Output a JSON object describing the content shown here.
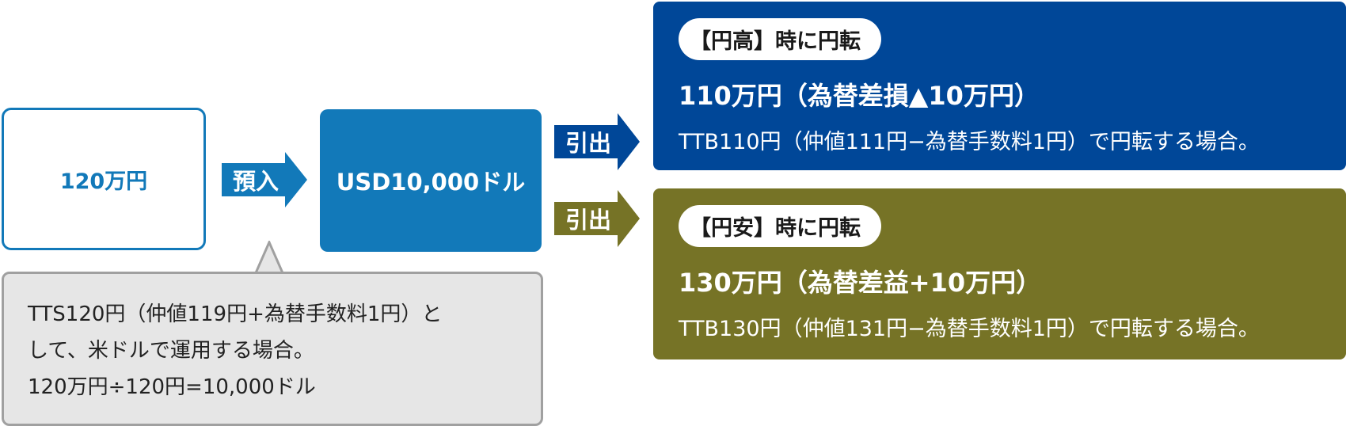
{
  "start_box": {
    "label": "120万円"
  },
  "deposit_arrow": {
    "label": "預入"
  },
  "usd_box": {
    "label": "USD10,000ドル"
  },
  "callout": {
    "lines": [
      "TTS120円（仲値119円+為替手数料1円）と",
      "して、米ドルで運用する場合。",
      "120万円÷120円=10,000ドル"
    ]
  },
  "withdraw_top": {
    "label": "引出"
  },
  "withdraw_bottom": {
    "label": "引出"
  },
  "outcome_top": {
    "pill": "【円高】時に円転",
    "main": "110万円（為替差損▲10万円）",
    "sub": "TTB110円（仲値111円−為替手数料1円）で円転する場合。",
    "color": "#004798"
  },
  "outcome_bottom": {
    "pill": "【円安】時に円転",
    "main": "130万円（為替差益+10万円）",
    "sub": "TTB130円（仲値131円−為替手数料1円）で円転する場合。",
    "color": "#767326"
  },
  "colors": {
    "primary_blue": "#1279b9",
    "dark_blue": "#004798",
    "olive": "#767326",
    "callout_bg": "#e6e6e6",
    "callout_border": "#a0a0a0"
  }
}
